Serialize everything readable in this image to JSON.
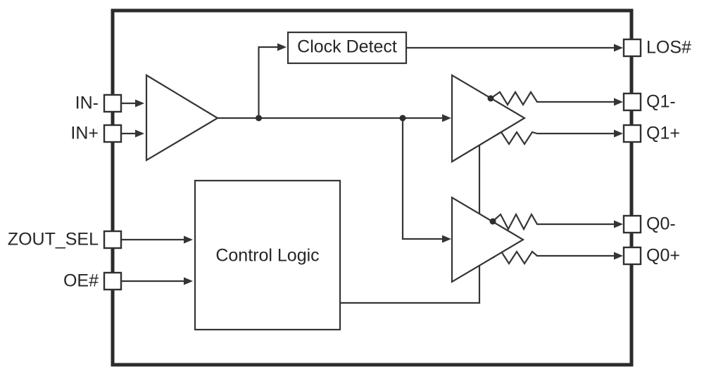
{
  "blocks": {
    "clock_detect": "Clock Detect",
    "control_logic": "Control Logic"
  },
  "pins": {
    "left": [
      {
        "name": "IN-"
      },
      {
        "name": "IN+"
      },
      {
        "name": "ZOUT_SEL"
      },
      {
        "name": "OE#"
      }
    ],
    "right": [
      {
        "name": "LOS#"
      },
      {
        "name": "Q1-"
      },
      {
        "name": "Q1+"
      },
      {
        "name": "Q0-"
      },
      {
        "name": "Q0+"
      }
    ]
  },
  "colors": {
    "line": "#353535",
    "text": "#262626",
    "chip_border": "#2b2b2b",
    "background": "#ffffff"
  }
}
